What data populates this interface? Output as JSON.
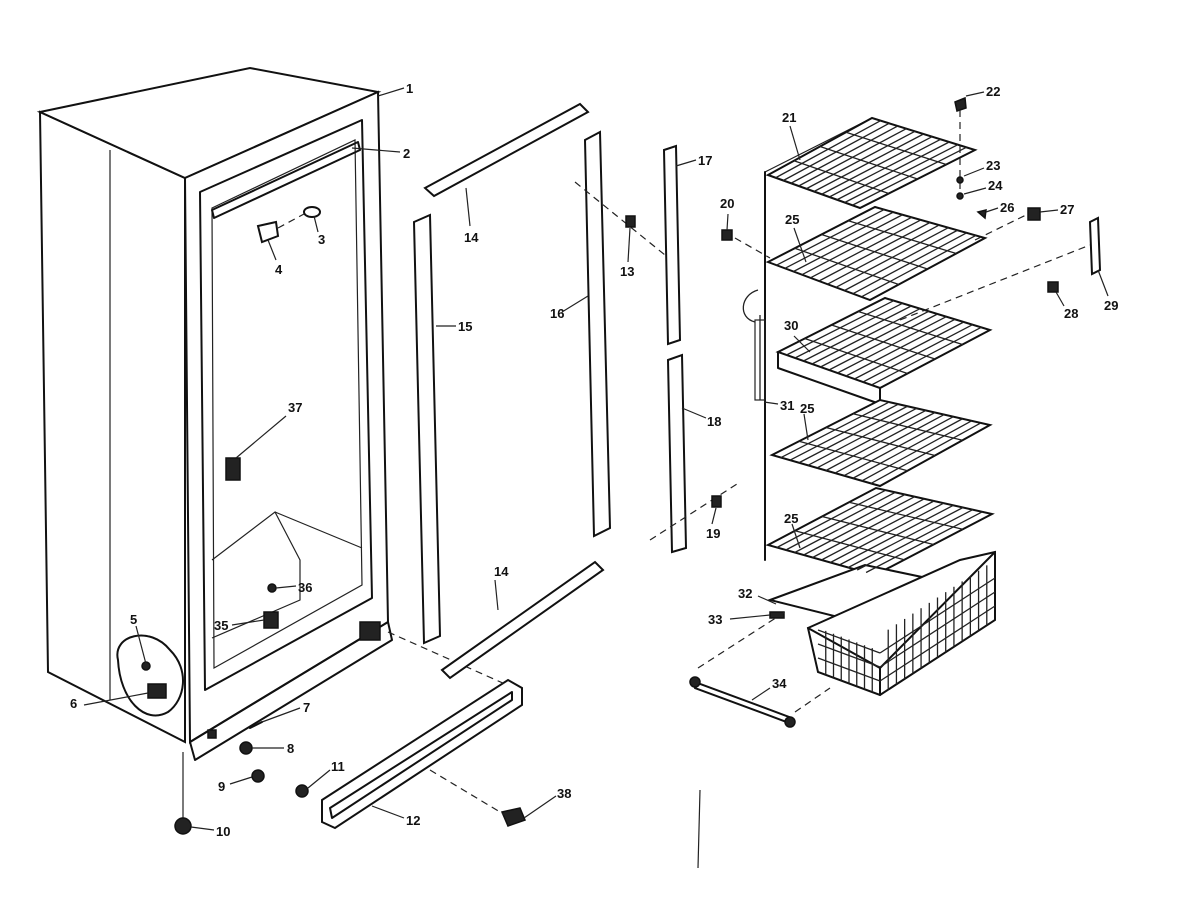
{
  "callouts": {
    "c1": "1",
    "c2": "2",
    "c3": "3",
    "c4": "4",
    "c5": "5",
    "c6": "6",
    "c7": "7",
    "c8": "8",
    "c9": "9",
    "c10": "10",
    "c11": "11",
    "c12": "12",
    "c13": "13",
    "c14a": "14",
    "c14b": "14",
    "c15": "15",
    "c16": "16",
    "c17": "17",
    "c18": "18",
    "c19": "19",
    "c20": "20",
    "c21": "21",
    "c22": "22",
    "c23": "23",
    "c24": "24",
    "c25a": "25",
    "c25b": "25",
    "c25c": "25",
    "c26": "26",
    "c27": "27",
    "c28": "28",
    "c29": "29",
    "c30": "30",
    "c31": "31",
    "c32": "32",
    "c33": "33",
    "c34": "34",
    "c35": "35",
    "c36": "36",
    "c37": "37",
    "c38": "38"
  }
}
